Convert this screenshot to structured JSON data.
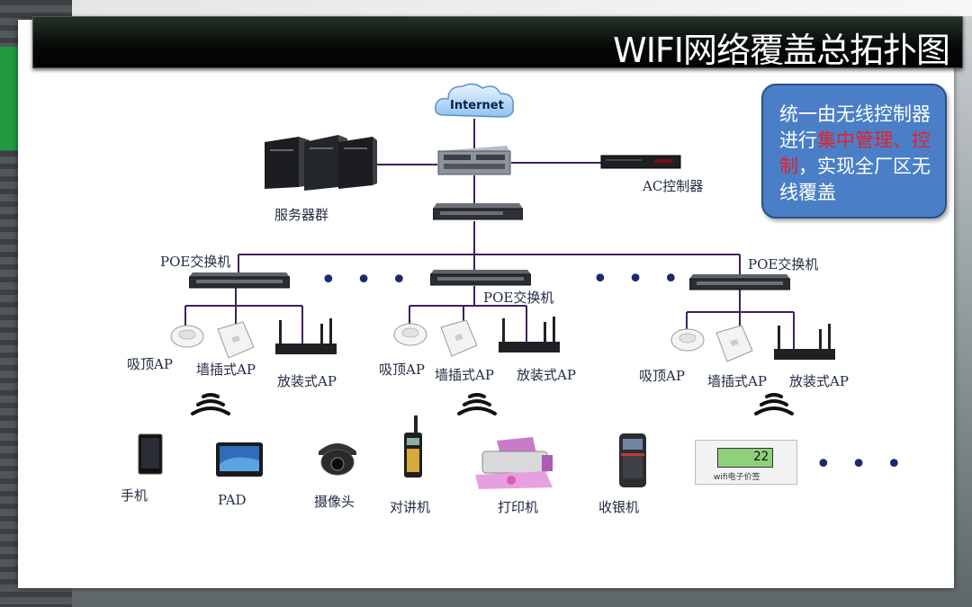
{
  "title": "WIFI网络覆盖总拓扑图",
  "note": {
    "part1": "统一由无线控制器进行",
    "highlight": "集中管理、控制",
    "part2": "，实现全厂区无线覆盖"
  },
  "nodes": {
    "internet": "Internet",
    "server": "服务器群",
    "ac": "AC控制器",
    "poe_left": "POE交换机",
    "poe_mid": "POE交换机",
    "poe_right": "POE交换机"
  },
  "ap_groups": [
    {
      "ceiling": "吸顶AP",
      "wall": "墙插式AP",
      "outdoor": "放装式AP"
    },
    {
      "ceiling": "吸顶AP",
      "wall": "墙插式AP",
      "outdoor": "放装式AP"
    },
    {
      "ceiling": "吸顶AP",
      "wall": "墙插式AP",
      "outdoor": "放装式AP"
    }
  ],
  "terminals": {
    "phone": "手机",
    "pad": "PAD",
    "camera": "摄像头",
    "radio": "对讲机",
    "printer": "打印机",
    "pos": "收银机",
    "price_tag_text": "wifi电子价签",
    "price_value": "22"
  },
  "ellipsis": "• • •",
  "colors": {
    "link": "#3f1f5f",
    "note_bg": "#4a7fc8",
    "highlight": "#e8202a",
    "title_bg": "#050806"
  }
}
